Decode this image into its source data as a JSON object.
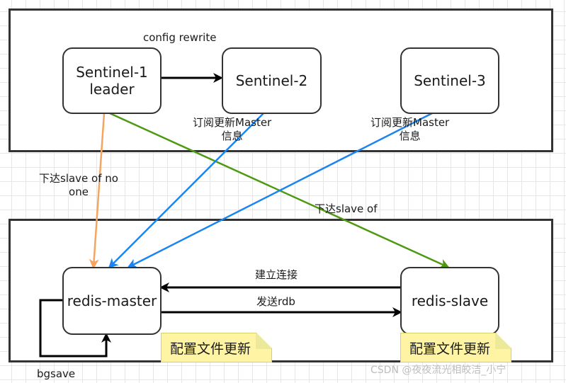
{
  "sentinel_group": {
    "nodes": [
      {
        "id": "sentinel-1",
        "label_line1": "Sentinel-1",
        "label_line2": "leader"
      },
      {
        "id": "sentinel-2",
        "label": "Sentinel-2"
      },
      {
        "id": "sentinel-3",
        "label": "Sentinel-3"
      }
    ]
  },
  "redis_group": {
    "master": {
      "label": "redis-master"
    },
    "slave": {
      "label": "redis-slave"
    },
    "notes": [
      {
        "text": "配置文件更新"
      },
      {
        "text": "配置文件更新"
      }
    ]
  },
  "edges": {
    "config_rewrite": "config rewrite",
    "subscribe_s2_line1": "订阅更新Master",
    "subscribe_s2_line2": "信息",
    "subscribe_s3_line1": "订阅更新Master",
    "subscribe_s3_line2": "信息",
    "slaveof_noone_line1": "下达slave of no",
    "slaveof_noone_line2": "one",
    "slaveof": "下达slave of",
    "establish_connection": "建立连接",
    "send_rdb": "发送rdb",
    "bgsave": "bgsave"
  },
  "colors": {
    "orange": "#f5a55f",
    "blue": "#1a84f0",
    "green": "#4d9a10",
    "black": "#000000",
    "note_fill": "#fff4a3"
  },
  "watermark": "CSDN @夜夜流光相皎洁_小宁"
}
